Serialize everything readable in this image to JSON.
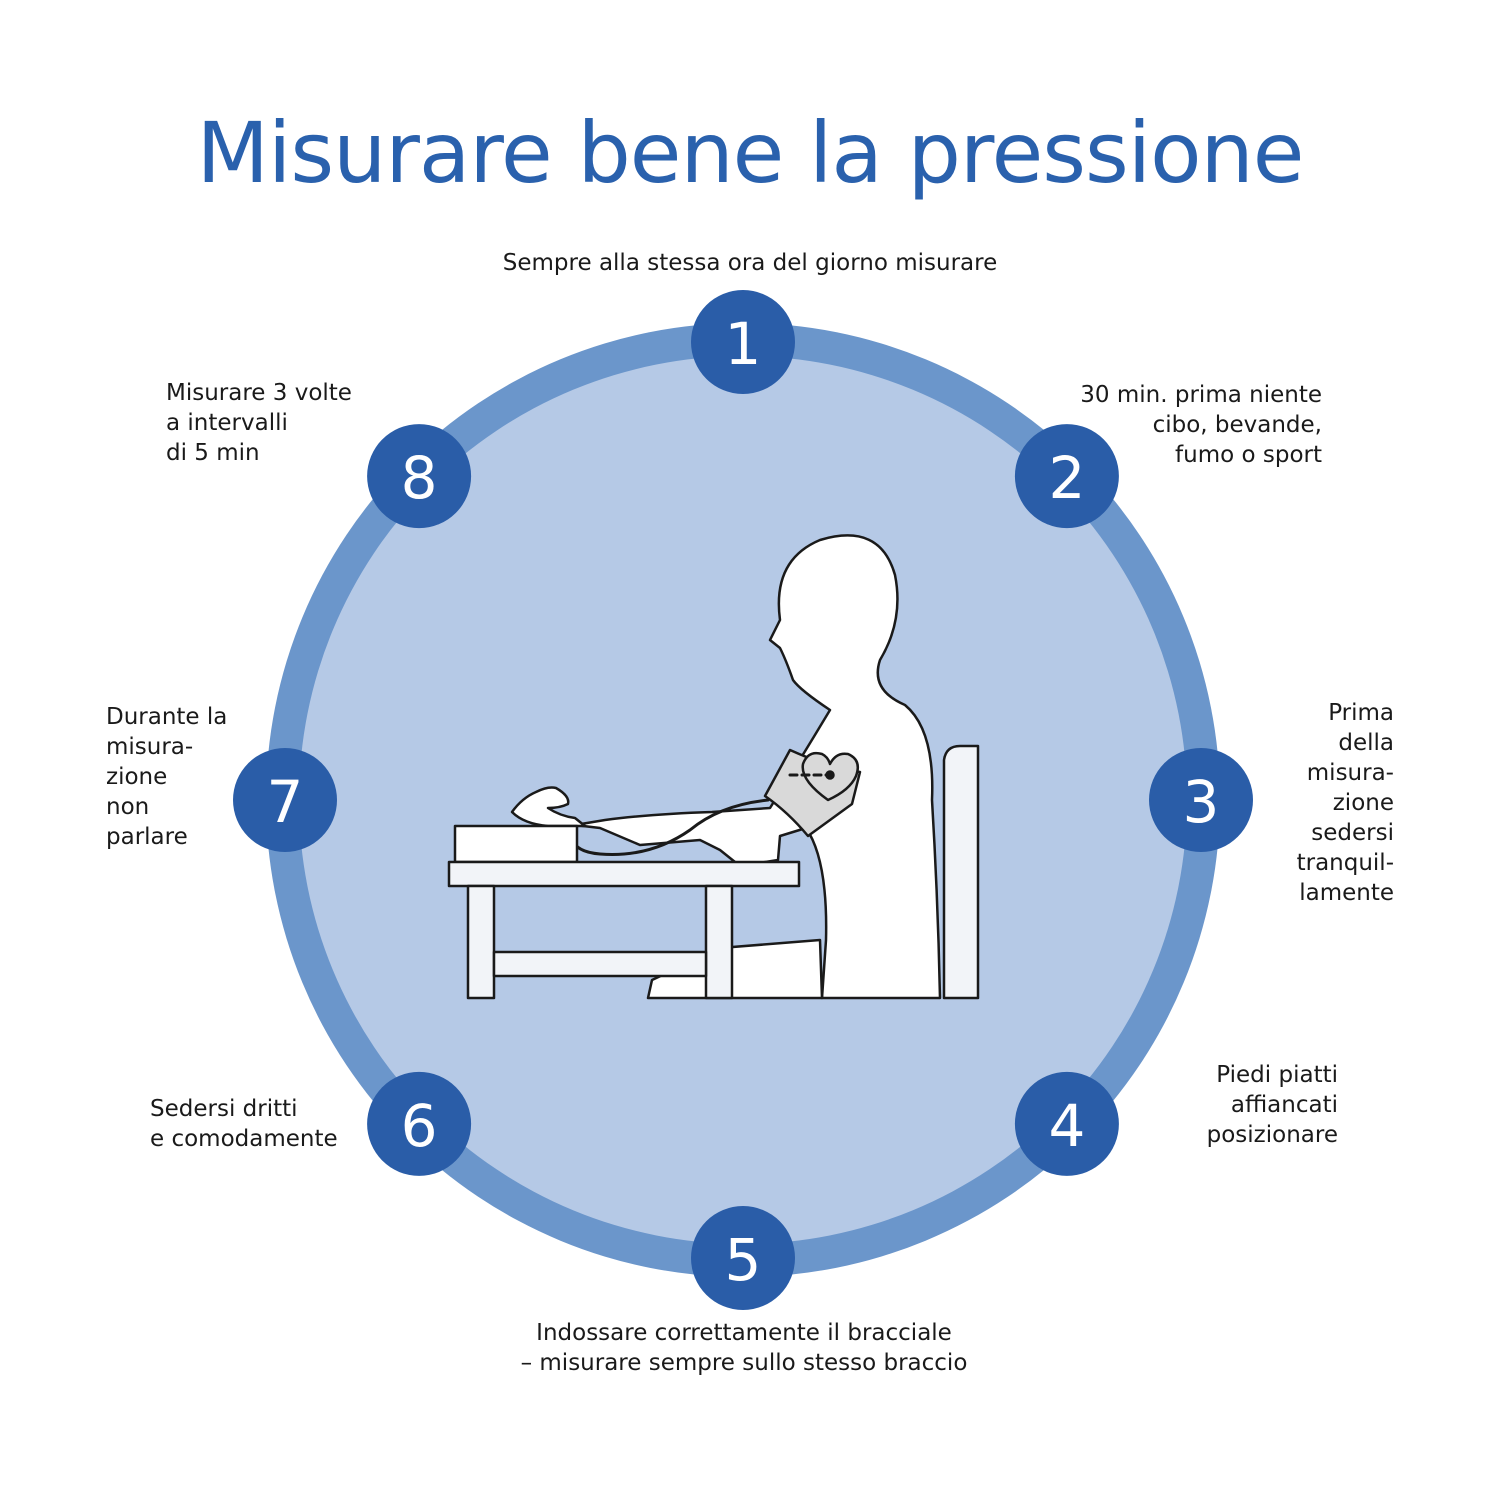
{
  "title": "Misurare bene la pressione",
  "colors": {
    "accent": "#2a61ad",
    "ring": "#6b96cb",
    "disc": "#b5c9e6",
    "badge": "#2a5da8"
  },
  "steps": [
    {
      "number": "1",
      "lines": [
        "Sempre alla stessa ora del giorno misurare"
      ]
    },
    {
      "number": "2",
      "lines": [
        "30 min. prima niente",
        "cibo, bevande,",
        "fumo o sport"
      ]
    },
    {
      "number": "3",
      "lines": [
        "Prima",
        "della",
        "misura-",
        "zione",
        "sedersi",
        "tranquil-",
        "lamente"
      ]
    },
    {
      "number": "4",
      "lines": [
        "Piedi piatti",
        "affiancati",
        "posizionare"
      ]
    },
    {
      "number": "5",
      "lines": [
        "Indossare correttamente il bracciale",
        "– misurare sempre sullo stesso braccio"
      ]
    },
    {
      "number": "6",
      "lines": [
        "Sedersi dritti",
        "e comodamente"
      ]
    },
    {
      "number": "7",
      "lines": [
        "Durante la",
        "misura-",
        "zione",
        "non",
        "parlare"
      ]
    },
    {
      "number": "8",
      "lines": [
        "Misurare 3 volte",
        "a intervalli",
        "di 5 min"
      ]
    }
  ]
}
